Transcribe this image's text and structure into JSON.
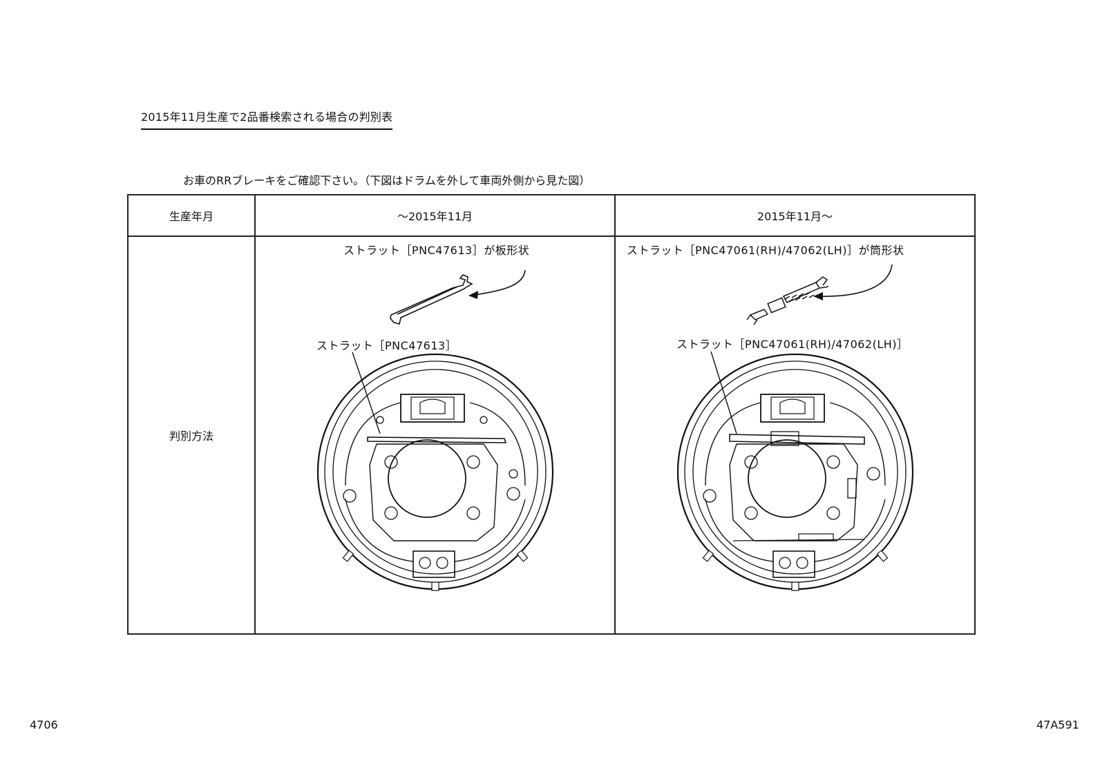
{
  "title": "2015年11月生産で2品番検索される場合の判別表",
  "instruction": "お車のRRブレーキをご確認下さい。（下図はドラムを外して車両外側から見た図）",
  "table": {
    "header": {
      "col1": "生産年月",
      "col2": "～2015年11月",
      "col3": "2015年11月～"
    },
    "row_label": "判別方法",
    "left": {
      "callout_top": "ストラット［PNC47613］が板形状",
      "callout_strut": "ストラット［PNC47613］"
    },
    "right": {
      "callout_top": "ストラット［PNC47061(RH)/47062(LH)］が筒形状",
      "callout_strut": "ストラット［PNC47061(RH)/47062(LH)］"
    }
  },
  "footer": {
    "page_left": "4706",
    "code_right": "47A591"
  }
}
